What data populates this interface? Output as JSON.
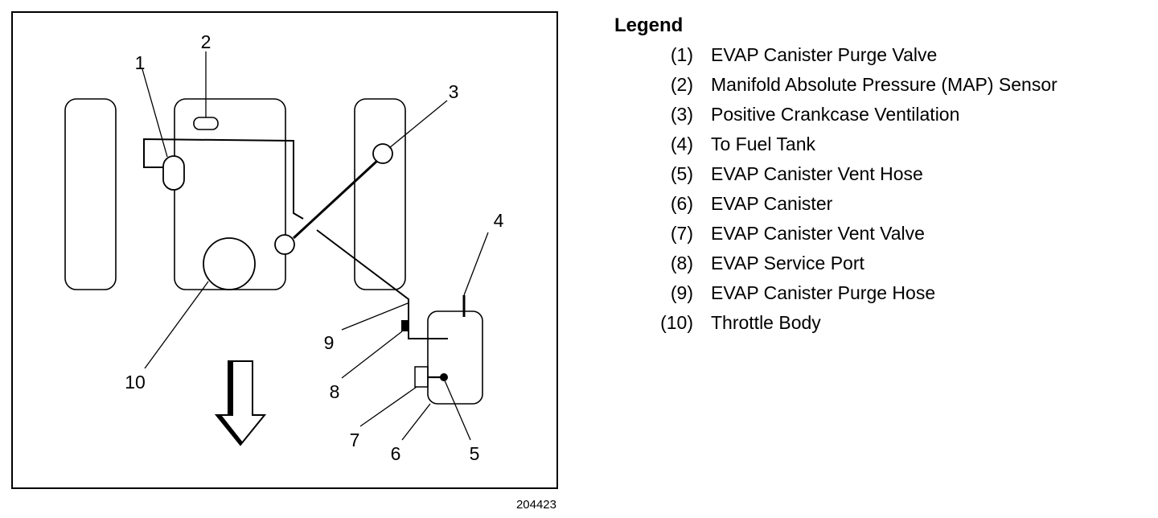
{
  "diagram": {
    "callouts": [
      "1",
      "2",
      "3",
      "4",
      "5",
      "6",
      "7",
      "8",
      "9",
      "10"
    ],
    "figure_id": "204423"
  },
  "legend": {
    "title": "Legend",
    "items": [
      {
        "num": "(1)",
        "text": "EVAP Canister Purge Valve"
      },
      {
        "num": "(2)",
        "text": "Manifold Absolute Pressure (MAP) Sensor"
      },
      {
        "num": "(3)",
        "text": "Positive Crankcase Ventilation"
      },
      {
        "num": "(4)",
        "text": "To Fuel Tank"
      },
      {
        "num": "(5)",
        "text": "EVAP Canister Vent Hose"
      },
      {
        "num": "(6)",
        "text": "EVAP Canister"
      },
      {
        "num": "(7)",
        "text": "EVAP Canister Vent Valve"
      },
      {
        "num": "(8)",
        "text": "EVAP Service Port"
      },
      {
        "num": "(9)",
        "text": "EVAP Canister Purge Hose"
      },
      {
        "num": "(10)",
        "text": "Throttle Body"
      }
    ]
  }
}
